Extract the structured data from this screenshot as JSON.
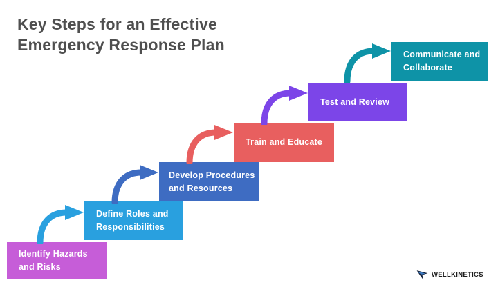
{
  "title": {
    "text": "Key Steps for an Effective Emergency Response Plan",
    "lines": [
      "Key Steps for an Effective",
      "Emergency Response Plan"
    ],
    "color": "#4F4F4F"
  },
  "steps": [
    {
      "label": "Identify Hazards and Risks",
      "lines": [
        "Identify Hazards",
        "and Risks"
      ],
      "color": "#C65DD8"
    },
    {
      "label": "Define Roles and Responsibilities",
      "lines": [
        "Define Roles and",
        "Responsibilities"
      ],
      "color": "#29A0DF"
    },
    {
      "label": "Develop Procedures and Resources",
      "lines": [
        "Develop Procedures",
        "and Resources"
      ],
      "color": "#3E6CC2"
    },
    {
      "label": "Train and Educate",
      "lines": [
        "Train and Educate"
      ],
      "color": "#E85F5F"
    },
    {
      "label": "Test and Review",
      "lines": [
        "Test and Review"
      ],
      "color": "#7C45E8"
    },
    {
      "label": "Communicate and Collaborate",
      "lines": [
        "Communicate and",
        "Collaborate"
      ],
      "color": "#0E93A7"
    }
  ],
  "arrows": [
    {
      "from_step": 1,
      "to_step": 2,
      "color": "#29A0DF"
    },
    {
      "from_step": 2,
      "to_step": 3,
      "color": "#3E6CC2"
    },
    {
      "from_step": 3,
      "to_step": 4,
      "color": "#E85F5F"
    },
    {
      "from_step": 4,
      "to_step": 5,
      "color": "#7C45E8"
    },
    {
      "from_step": 5,
      "to_step": 6,
      "color": "#0E93A7"
    }
  ],
  "step_text_color": "#FFFFFF",
  "background_color": "#FFFFFF",
  "logo": {
    "text": "WELLKINETICS",
    "icon": "bird-swoosh-icon",
    "colors": {
      "dark": "#16233C",
      "accent": "#3E7CC4",
      "text": "#1C1C1C"
    }
  }
}
